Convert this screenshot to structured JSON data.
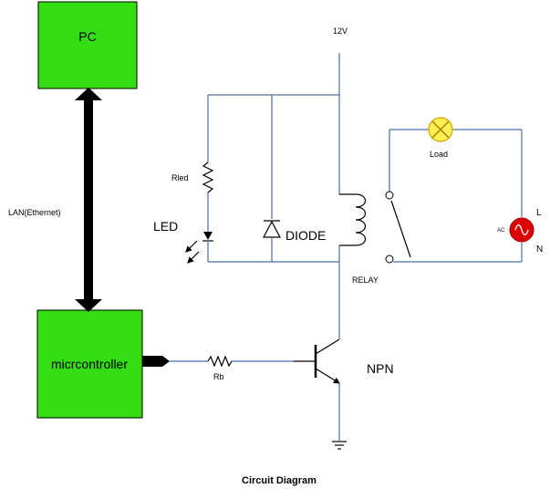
{
  "blocks": {
    "pc_label": "PC",
    "micro_label": "micrcontroller"
  },
  "labels": {
    "lan": "LAN(Ethernet)",
    "supply": "12V",
    "rled": "Rled",
    "led": "LED",
    "diode": "DIODE",
    "relay": "RELAY",
    "rb": "Rb",
    "npn": "NPN",
    "load": "Load",
    "ac": "AC",
    "line": "L",
    "neutral": "N"
  },
  "caption": "Circuit Diagram",
  "colors": {
    "block_fill": "#33dd11",
    "wire": "#4a6fa5",
    "lamp": "#ffee55",
    "ac_source": "#dd0000"
  }
}
